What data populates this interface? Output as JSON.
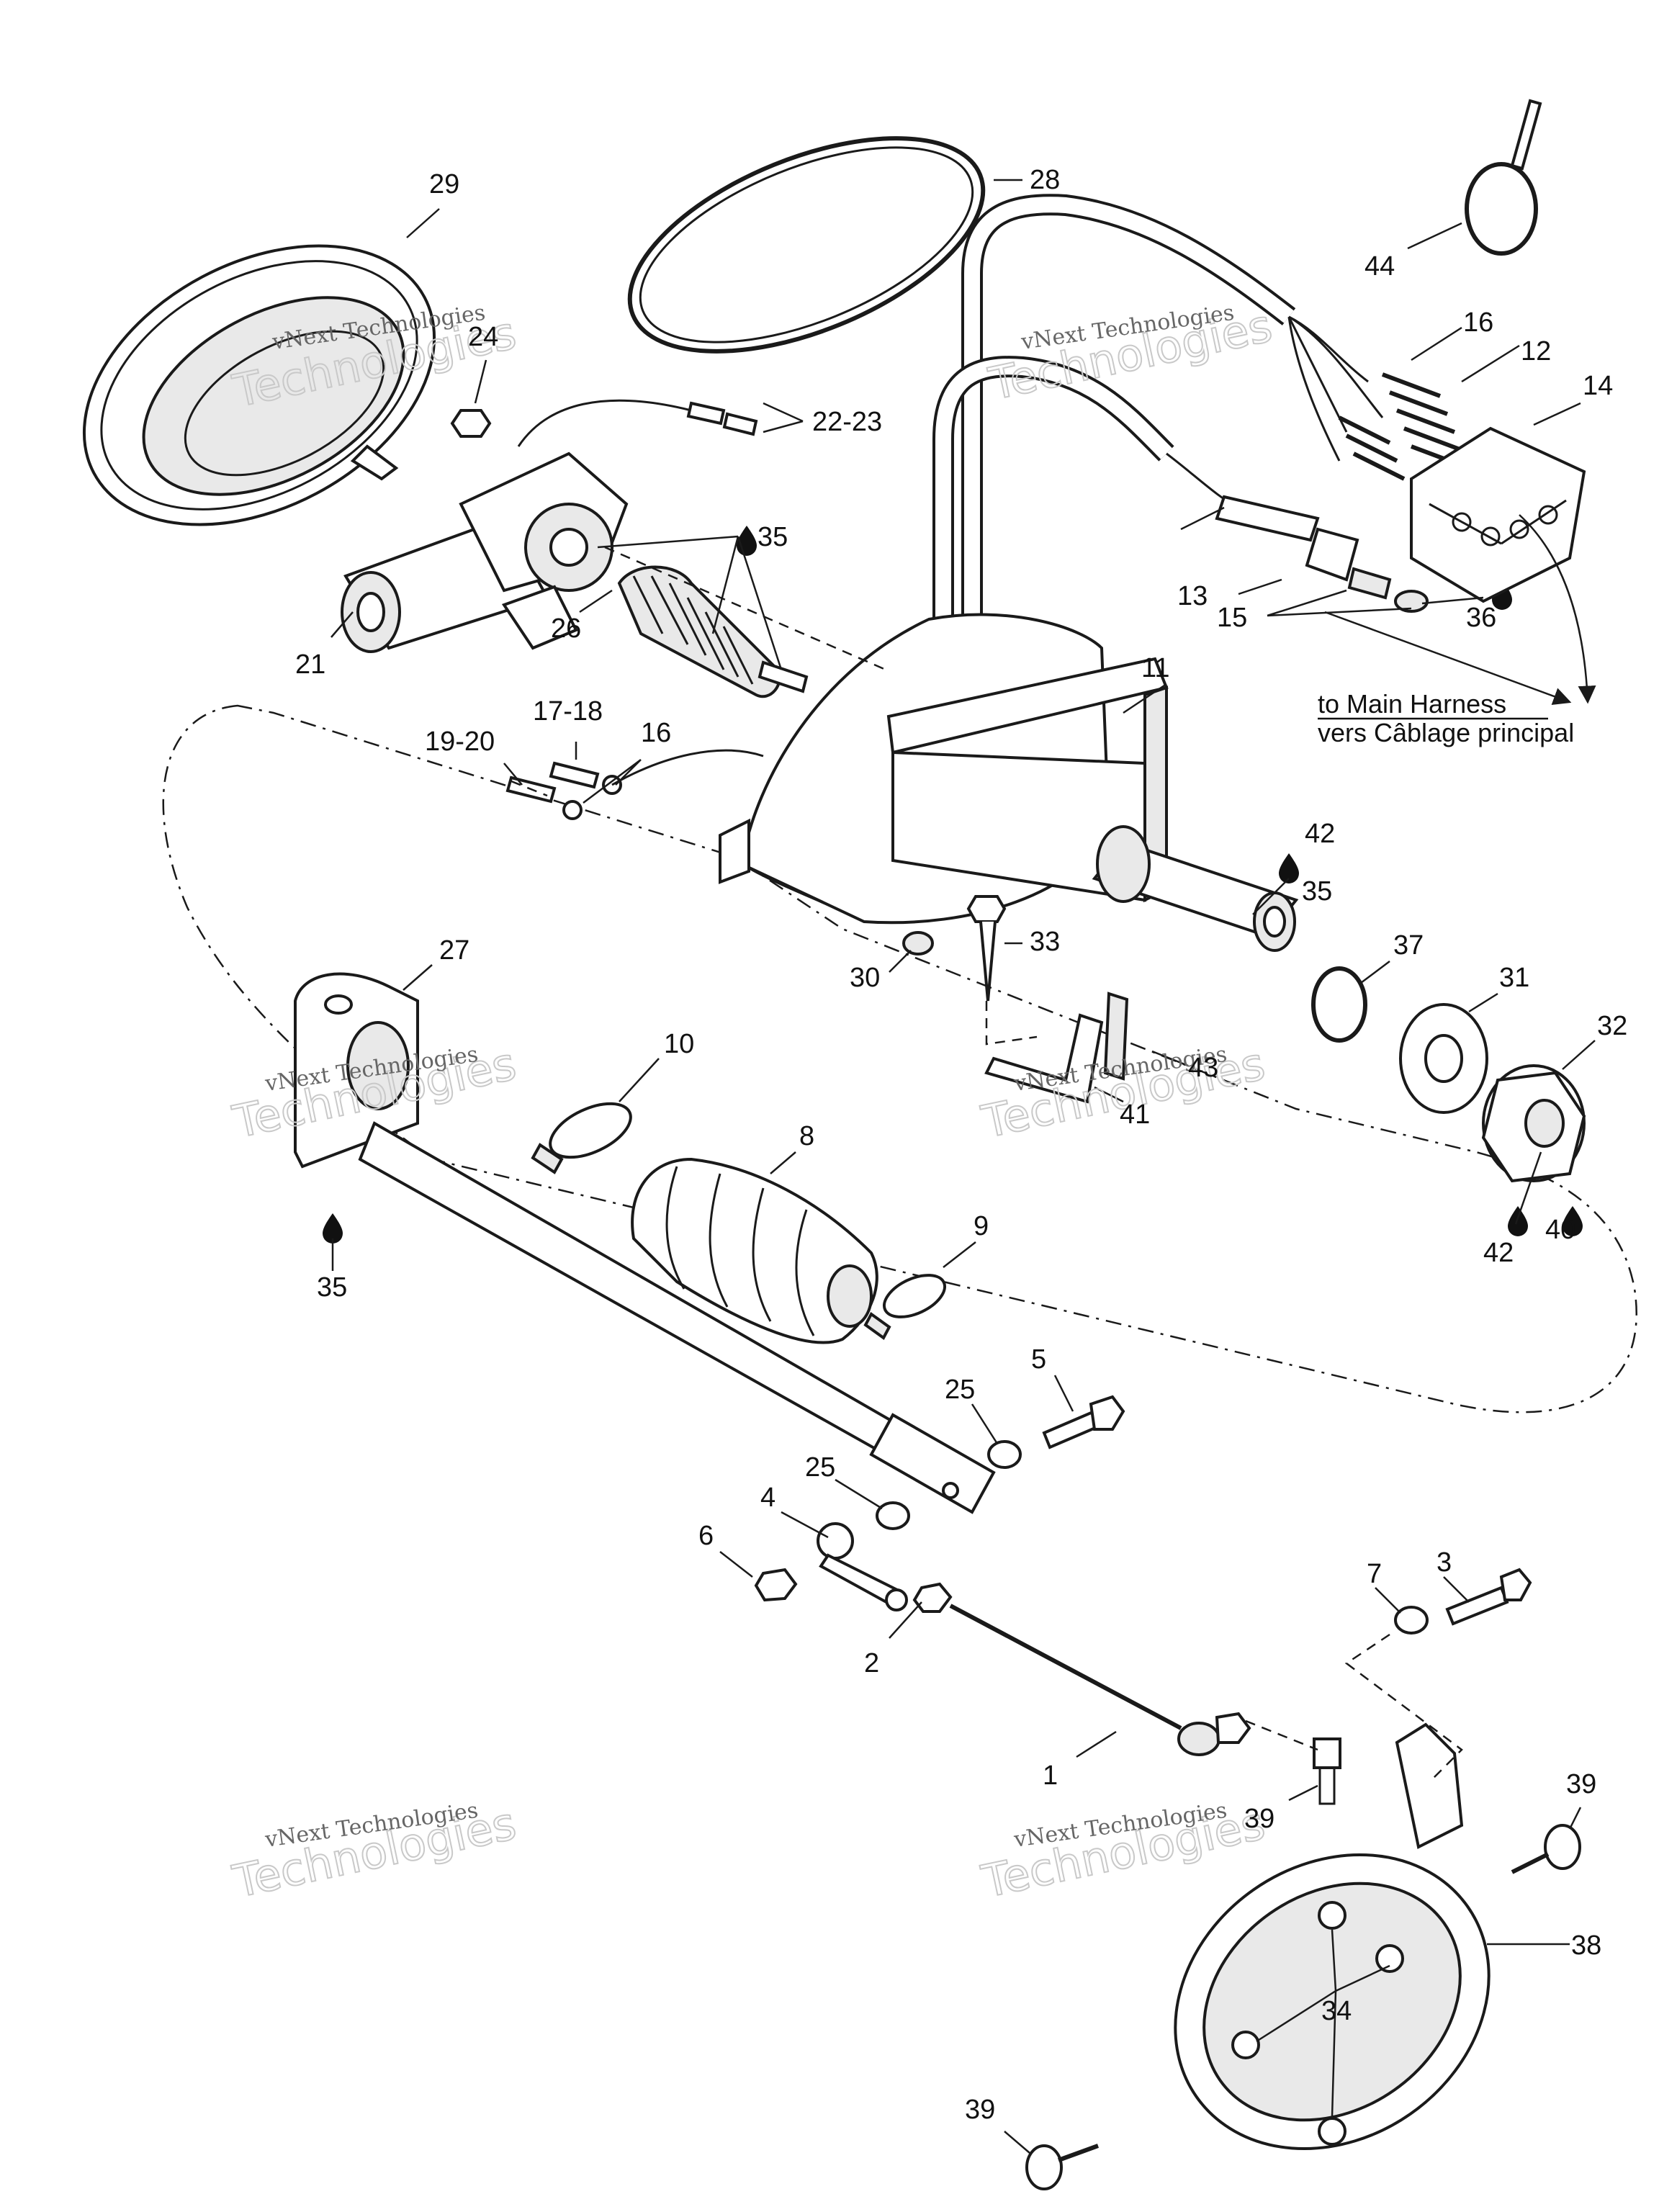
{
  "diagram": {
    "callouts": [
      "29",
      "24",
      "22-23",
      "28",
      "44",
      "16",
      "12",
      "14",
      "35",
      "21",
      "26",
      "13",
      "15",
      "36",
      "11",
      "17-18",
      "16",
      "19-20",
      "42",
      "35",
      "33",
      "30",
      "37",
      "31",
      "32",
      "27",
      "10",
      "8",
      "43",
      "41",
      "35",
      "9",
      "42",
      "40",
      "5",
      "25",
      "25",
      "4",
      "6",
      "3",
      "7",
      "2",
      "1",
      "39",
      "39",
      "38",
      "34",
      "39"
    ],
    "harness_note": {
      "line1": "to Main Harness",
      "line2": "vers Câblage principal"
    },
    "watermark": {
      "line1": "vNext Technologies",
      "line2": "Technologies"
    }
  }
}
